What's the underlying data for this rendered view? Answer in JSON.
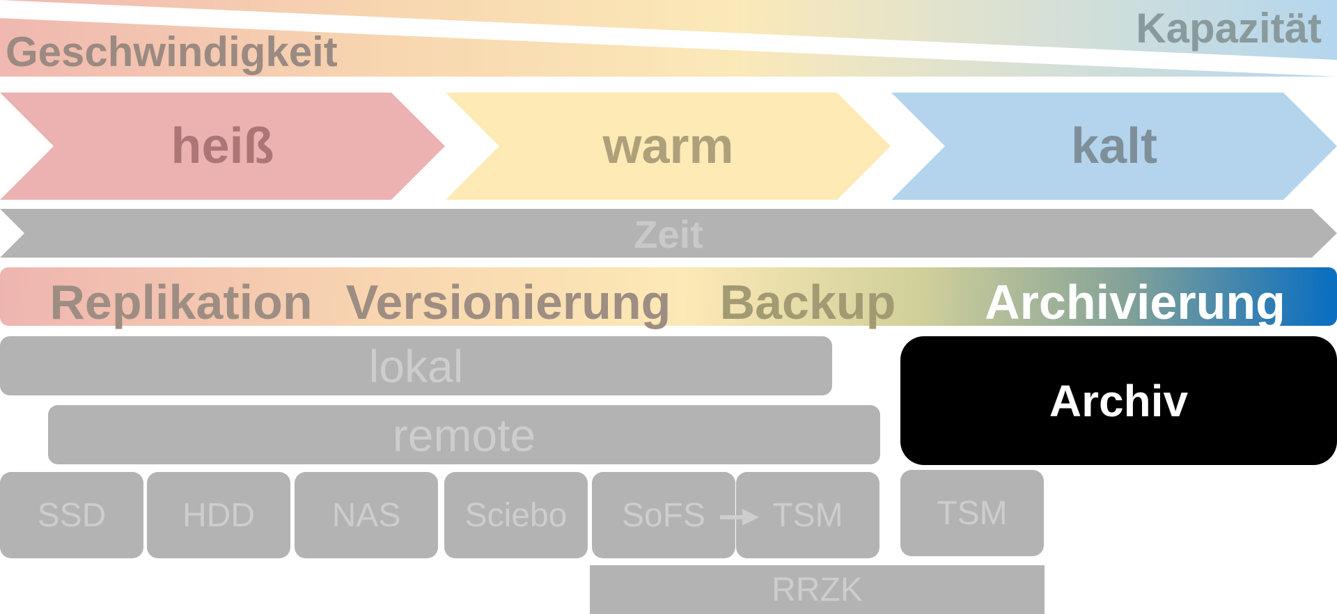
{
  "speed_label": "Geschwindigkeit",
  "capacity_label": "Kapazität",
  "tiers": [
    "heiß",
    "warm",
    "kalt"
  ],
  "time_label": "Zeit",
  "methods": [
    "Replikation",
    "Versionierung",
    "Backup",
    "Archivierung"
  ],
  "location_lokal": "lokal",
  "location_remote": "remote",
  "archive_label": "Archiv",
  "media": [
    "SSD",
    "HDD",
    "NAS",
    "Sciebo",
    "SoFS",
    "TSM"
  ],
  "archive_media": "TSM",
  "provider": "RRZK",
  "colors": {
    "hot": "#ecb2b2",
    "warm": "#fdeab4",
    "cold": "#b3d4ec",
    "gray": "#b3b3b3",
    "light_text": "#cdcdcd",
    "archive_blue": "#0d6fbf"
  }
}
